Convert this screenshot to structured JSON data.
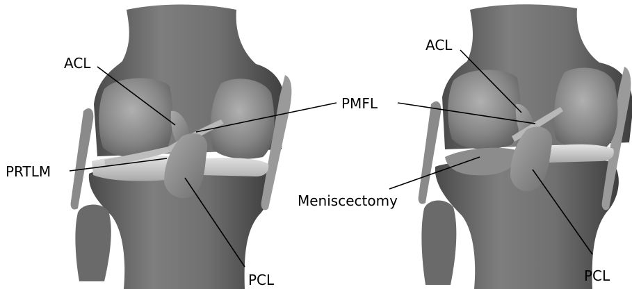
{
  "diagram": {
    "left_panel": {
      "labels": {
        "acl": "ACL",
        "pmfl": "PMFL",
        "prtlm": "PRTLM",
        "pcl": "PCL"
      }
    },
    "right_panel": {
      "labels": {
        "acl": "ACL",
        "meniscectomy": "Meniscectomy",
        "pcl": "PCL"
      }
    },
    "colors": {
      "bone_dark": "#5a5a5a",
      "bone_mid": "#7c7c7c",
      "bone_light": "#a8a8a8",
      "ligament": "#9a9a9a",
      "meniscus": "#d4d4d4",
      "background": "#ffffff"
    }
  }
}
